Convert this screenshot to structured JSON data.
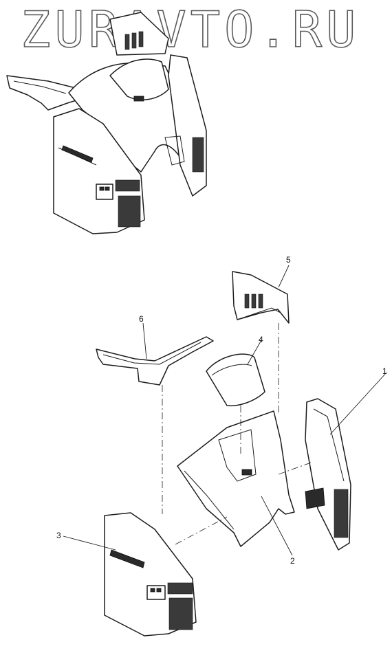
{
  "watermark": "ZURAVTO.RU",
  "callouts": [
    {
      "id": "1",
      "label": "1"
    },
    {
      "id": "2",
      "label": "2"
    },
    {
      "id": "3",
      "label": "3"
    },
    {
      "id": "4",
      "label": "4"
    },
    {
      "id": "5",
      "label": "5"
    },
    {
      "id": "6",
      "label": "6"
    }
  ],
  "colors": {
    "line": "#1c1c1c",
    "watermark_outline": "#5a5a5a",
    "background": "#ffffff"
  }
}
